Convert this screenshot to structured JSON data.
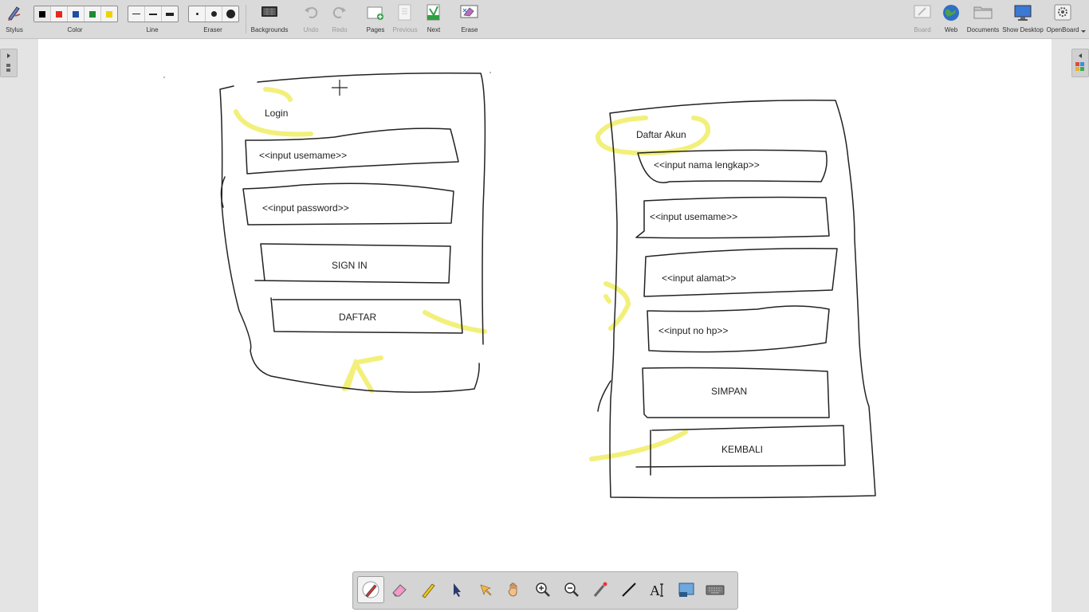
{
  "toolbar": {
    "stylus": "Stylus",
    "color": "Color",
    "line": "Line",
    "eraser": "Eraser",
    "backgrounds": "Backgrounds",
    "undo": "Undo",
    "redo": "Redo",
    "pages": "Pages",
    "previous": "Previous",
    "next": "Next",
    "erase": "Erase",
    "board": "Board",
    "web": "Web",
    "documents": "Documents",
    "show_desktop": "Show Desktop",
    "openboard": "OpenBoard",
    "colors": [
      "#000000",
      "#e8281f",
      "#1d4fa3",
      "#1f8a32",
      "#f0d200"
    ],
    "selected_color": "#000000"
  },
  "sketch": {
    "login_title": "Login",
    "login_username": "<<input usemame>>",
    "login_password": "<<input password>>",
    "login_signin": "SIGN IN",
    "login_daftar": "DAFTAR",
    "reg_title": "Daftar Akun",
    "reg_nama": "<<input nama lengkap>>",
    "reg_username": "<<input usemame>>",
    "reg_alamat": "<<input alamat>>",
    "reg_nohp": "<<input no hp>>",
    "reg_simpan": "SIMPAN",
    "reg_kembali": "KEMBALI",
    "highlight_color": "#f2f07a",
    "stroke_color": "#222222"
  },
  "dock": {
    "tools": [
      "pen-icon",
      "eraser-icon",
      "marker-icon",
      "selector-icon",
      "play-icon",
      "hand-icon",
      "zoom-in-icon",
      "zoom-out-icon",
      "laser-pointer-icon",
      "line-icon",
      "text-icon",
      "capture-icon",
      "keyboard-icon"
    ],
    "active": "pen-icon"
  }
}
